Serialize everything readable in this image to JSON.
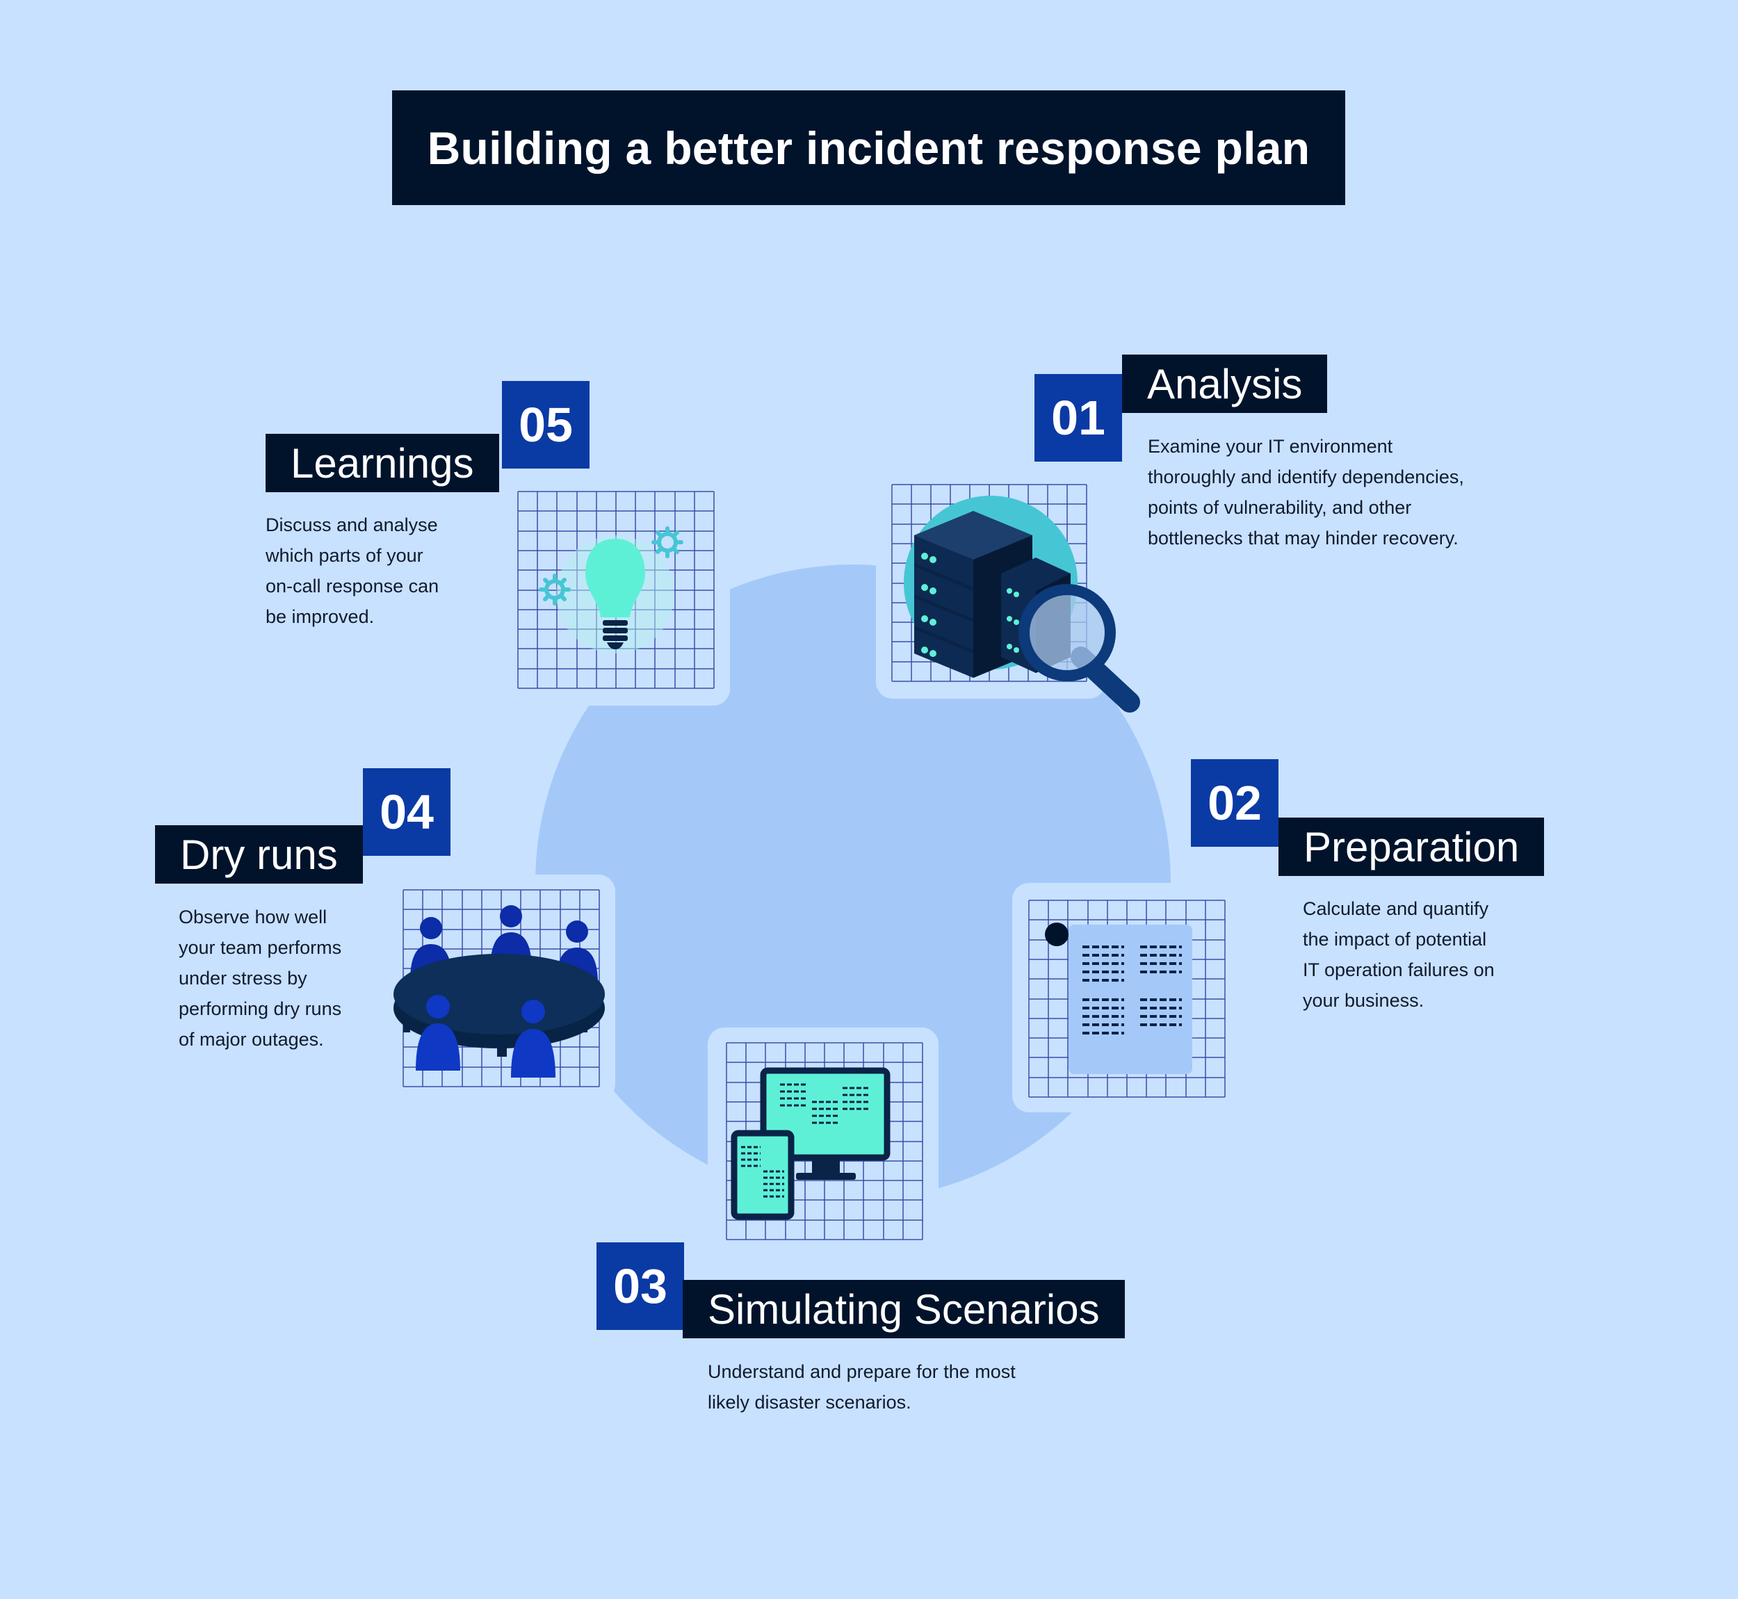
{
  "title": "Building a better incident response plan",
  "colors": {
    "background": "#c8e1ff",
    "hub": "#a4c9f9",
    "dark_navy": "#01132b",
    "number_blue": "#0a3aa4",
    "teal": "#5ef0d6"
  },
  "steps": [
    {
      "number": "01",
      "label": "Analysis",
      "lines": [
        "Examine your IT environment",
        "thoroughly and identify dependencies,",
        "points of vulnerability, and other",
        "bottlenecks that may hinder recovery."
      ],
      "icon": "server-magnifier-icon"
    },
    {
      "number": "02",
      "label": "Preparation",
      "lines": [
        "Calculate and quantify",
        "the impact of potential",
        "IT operation failures on",
        "your business."
      ],
      "icon": "document-icon"
    },
    {
      "number": "03",
      "label": "Simulating Scenarios",
      "lines": [
        "Understand and prepare for the most",
        "likely disaster scenarios."
      ],
      "icon": "monitor-tablet-icon"
    },
    {
      "number": "04",
      "label": "Dry runs",
      "lines": [
        "Observe how well",
        "your team performs",
        "under stress by",
        "performing dry runs",
        "of major outages."
      ],
      "icon": "meeting-table-icon"
    },
    {
      "number": "05",
      "label": "Learnings",
      "lines": [
        "Discuss and analyse",
        "which parts of your",
        "on-call response can",
        "be improved."
      ],
      "icon": "lightbulb-gears-icon"
    }
  ]
}
